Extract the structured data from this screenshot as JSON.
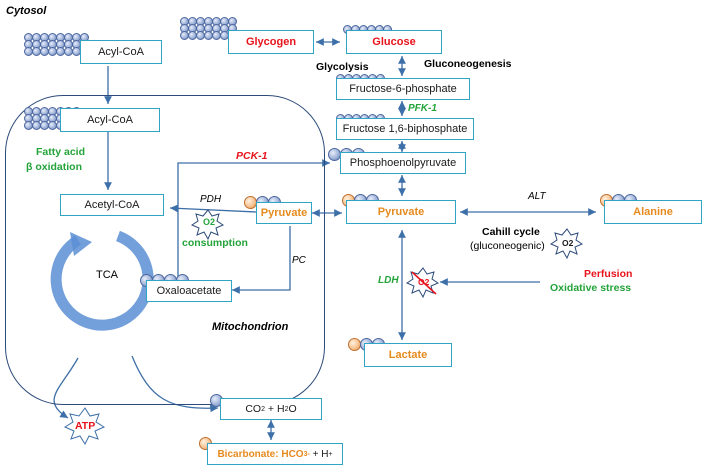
{
  "labels": {
    "cytosol": "Cytosol",
    "mitochondrion": "Mitochondrion",
    "acyl_coa_cyto": "Acyl-CoA",
    "acyl_coa_mito": "Acyl-CoA",
    "fatty_acid": "Fatty acid",
    "beta_oxidation": "β oxidation",
    "acetyl_coa": "Acetyl-CoA",
    "pdh": "PDH",
    "pyruvate_mito": "Pyruvate",
    "o2_mito": "O2",
    "consumption": "consumption",
    "tca": "TCA",
    "pc": "PC",
    "oxaloacetate": "Oxaloacetate",
    "pck1": "PCK-1",
    "glycogen": "Glycogen",
    "glucose": "Glucose",
    "glycolysis": "Glycolysis",
    "gluconeogenesis": "Gluconeogenesis",
    "fructose6p": "Fructose-6-phosphate",
    "pfk1": "PFK-1",
    "fructose16bp": "Fructose 1,6-biphosphate",
    "pep": "Phosphoenolpyruvate",
    "pyruvate_cyto": "Pyruvate",
    "alt": "ALT",
    "alanine": "Alanine",
    "cahill": "Cahill cycle",
    "cahill_sub": "(gluconeogenic)",
    "o2_cahill": "O2",
    "ldh": "LDH",
    "o2_ldh": "O2",
    "perfusion": "Perfusion",
    "oxidative_stress": "Oxidative stress",
    "lactate": "Lactate",
    "atp": "ATP",
    "co2": "CO",
    "co2_sub": "2",
    "co2_plus": " + H",
    "co2_h2o_sub": "2",
    "co2_o": "O",
    "bicarb_main": "Bicarbonate: HCO",
    "bicarb_sub": "3",
    "bicarb_sup": "-",
    "bicarb_plus": " + H",
    "bicarb_hsup": "+"
  },
  "colors": {
    "box_border": "#2fa4c4",
    "arrow": "#3d6fa8",
    "cell_border": "#2d4b7a",
    "red": "#e8131b",
    "orange": "#e68a1e",
    "green": "#24a33a"
  }
}
